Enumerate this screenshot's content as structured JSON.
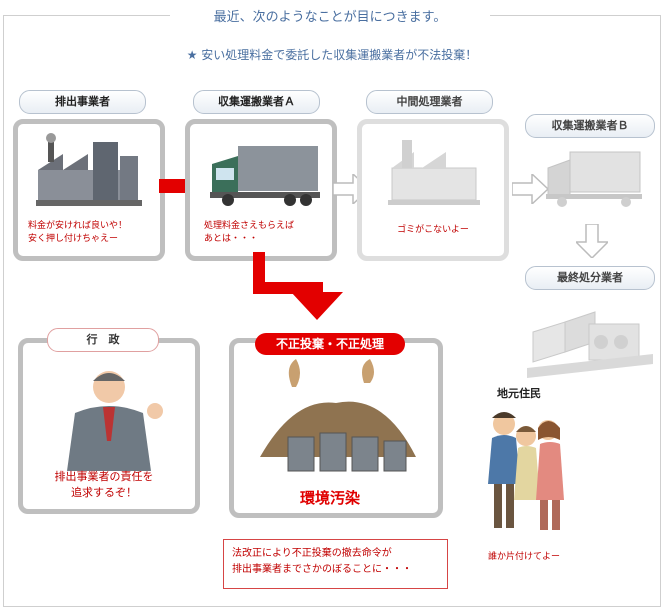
{
  "header": {
    "title": "最近、次のようなことが目につきます。",
    "subtitle": "★ 安い処理料金で委託した収集運搬業者が不法投棄！"
  },
  "steps": {
    "generator": {
      "label": "排出事業者",
      "caption_line1": "料金が安ければ良いや！",
      "caption_line2": "安く押し付けちゃえー"
    },
    "carrier_a": {
      "label": "収集運搬業者Ａ",
      "caption_line1": "処理料金さえもらえば",
      "caption_line2": "あとは・・・"
    },
    "intermediate": {
      "label": "中間処理業者",
      "caption": "ゴミがこないよー"
    },
    "carrier_b": {
      "label": "収集運搬業者Ｂ"
    },
    "final": {
      "label": "最終処分業者"
    }
  },
  "government": {
    "label": "行　政",
    "caption_line1": "排出事業者の責任を",
    "caption_line2": "追求するぞ！"
  },
  "pollution": {
    "badge": "不正投棄・不正処理",
    "label": "環境汚染"
  },
  "law": {
    "line1": "法改正により不正投棄の撤去命令が",
    "line2": "排出事業者までさかのぼることに・・・"
  },
  "residents": {
    "label": "地元住民",
    "caption": "誰か片付けてよー"
  },
  "colors": {
    "accent_red": "#e30000",
    "title_blue": "#4a6fa0",
    "card_border": "#bfbfbf"
  }
}
